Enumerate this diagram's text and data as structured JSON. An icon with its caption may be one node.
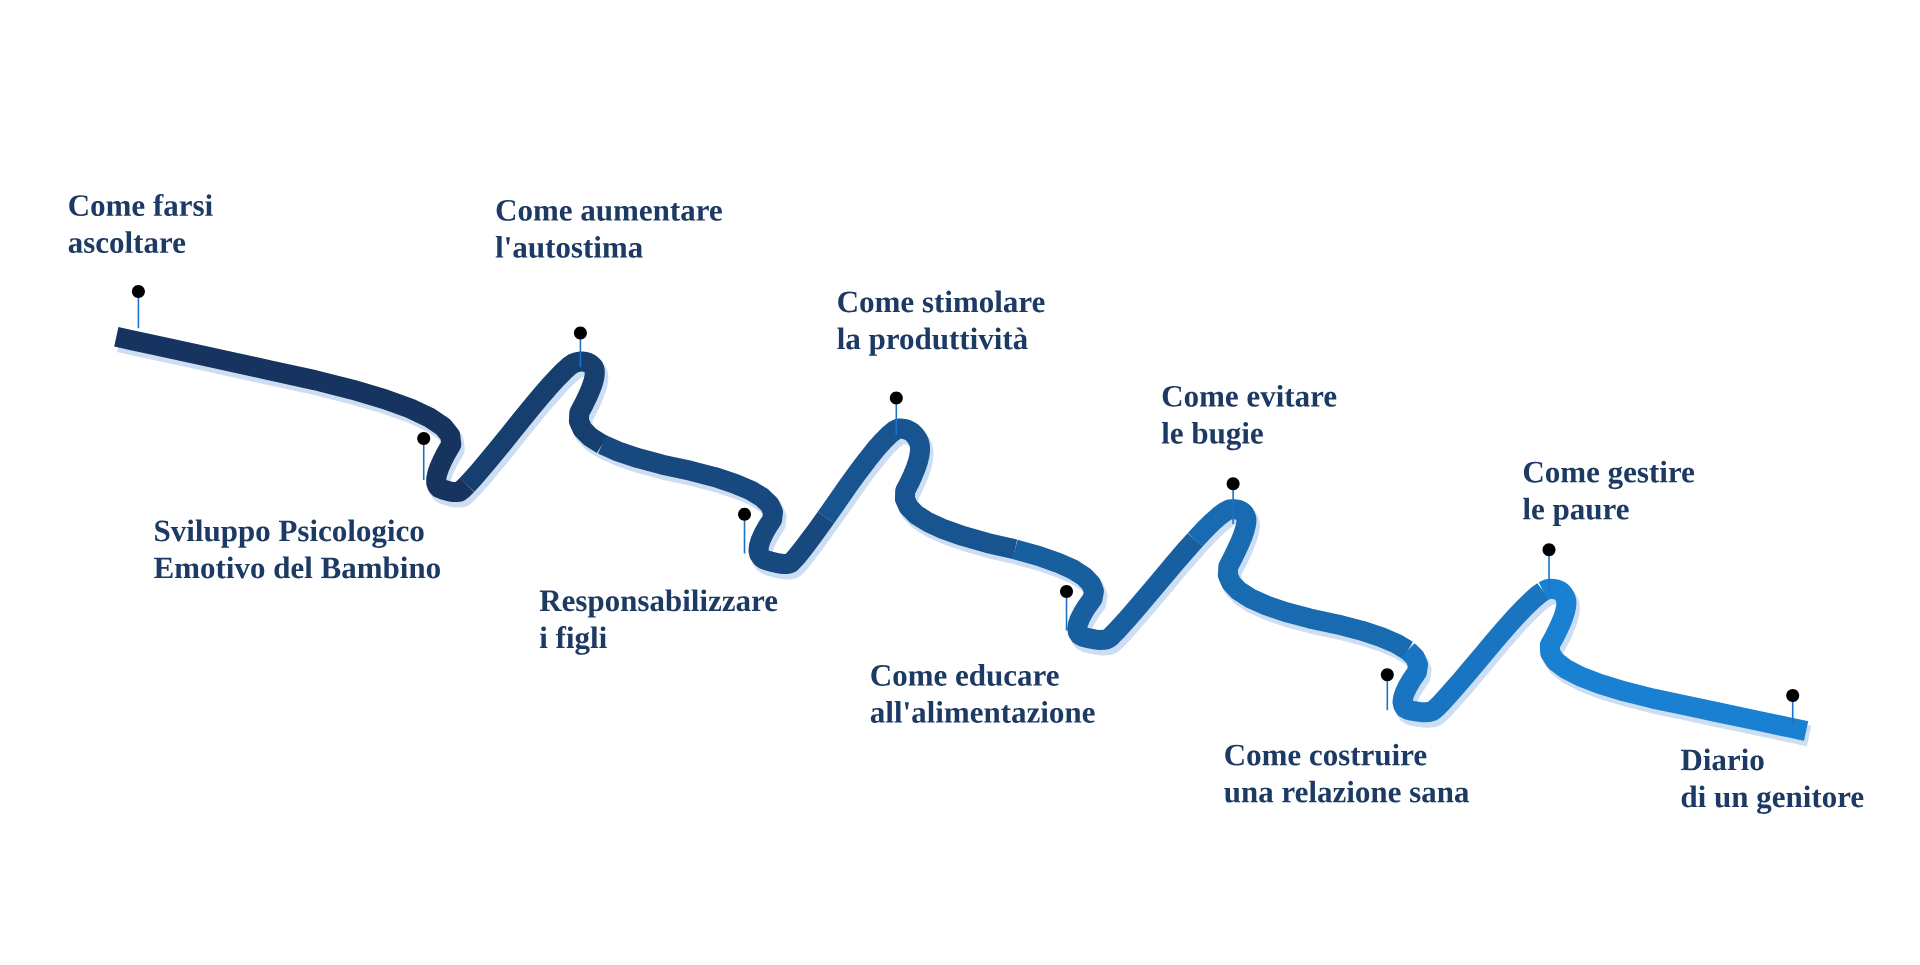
{
  "diagram": {
    "labels": [
      "Come farsi ascoltare",
      "Sviluppo Psicologico Emotivo del Bambino",
      "Come aumentare l'autostima",
      "Responsabilizzare i figli",
      "Come stimolare la produttività",
      "Come educare all'alimentazione",
      "Come evitare le bugie",
      "Come costruire una relazione sana",
      "Come gestire le paure",
      "Diario di un genitore"
    ]
  }
}
